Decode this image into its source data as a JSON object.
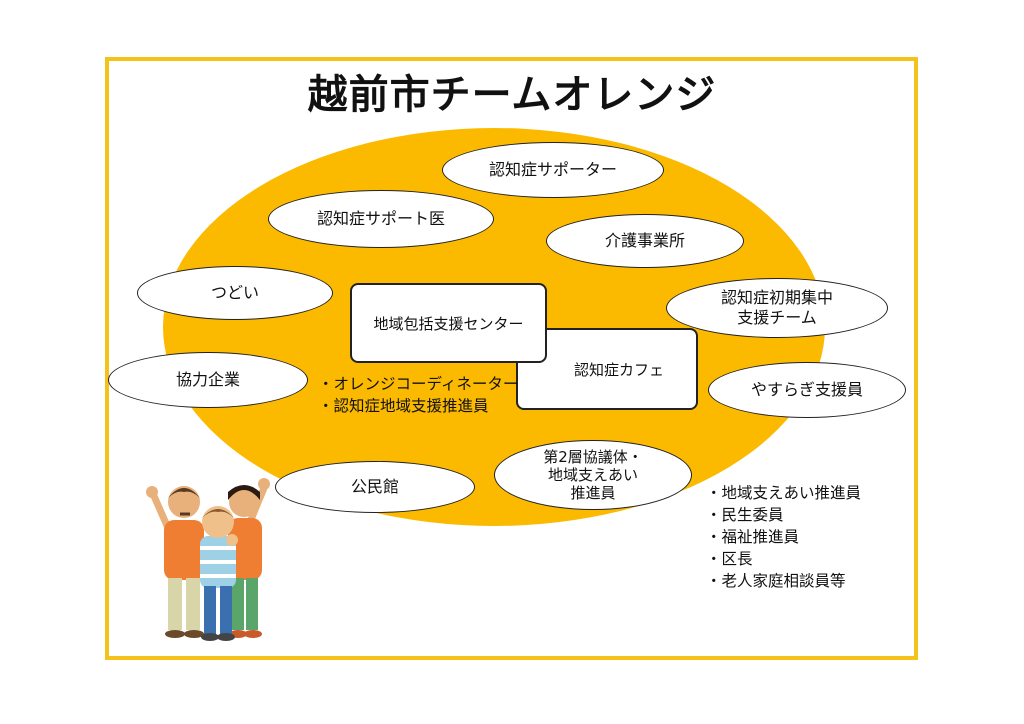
{
  "title": "越前市チームオレンジ",
  "nodes": {
    "dementia_supporter": "認知症サポーター",
    "support_doctor": "認知症サポート医",
    "care_office": "介護事業所",
    "tsudoi": "つどい",
    "initial_team": "認知症初期集中\n支援チーム",
    "cooperating_company": "協力企業",
    "yasuragi": "やすらぎ支援員",
    "community_hall": "公民館",
    "council": "第2層協議体・\n地域支えあい\n推進員"
  },
  "boxes": {
    "center": "地域包括支援センター",
    "cafe": "認知症カフェ"
  },
  "center_notes": [
    "・オレンジコーディネーター",
    "・認知症地域支援推進員"
  ],
  "council_members": [
    "・地域支えあい推進員",
    "・民生委員",
    "・福祉推進員",
    "・区長",
    "・老人家庭相談員等"
  ],
  "colors": {
    "frame": "#f5c21b",
    "ellipse": "#fbb900"
  },
  "illustration": "people-cheering-illustration"
}
